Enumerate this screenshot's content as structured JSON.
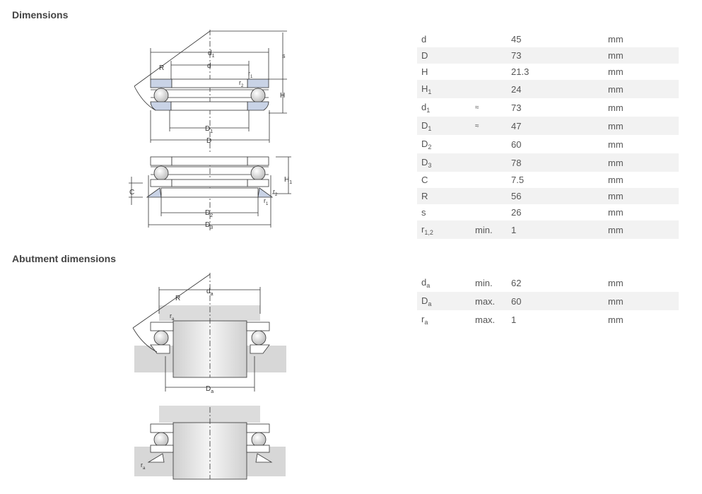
{
  "sections": {
    "dimensions_title": "Dimensions",
    "abutment_title": "Abutment dimensions"
  },
  "dimensions": [
    {
      "sym": "d",
      "sub": "",
      "qual": "",
      "value": "45",
      "unit": "mm"
    },
    {
      "sym": "D",
      "sub": "",
      "qual": "",
      "value": "73",
      "unit": "mm"
    },
    {
      "sym": "H",
      "sub": "",
      "qual": "",
      "value": "21.3",
      "unit": "mm"
    },
    {
      "sym": "H",
      "sub": "1",
      "qual": "",
      "value": "24",
      "unit": "mm"
    },
    {
      "sym": "d",
      "sub": "1",
      "qual": "≈",
      "value": "73",
      "unit": "mm"
    },
    {
      "sym": "D",
      "sub": "1",
      "qual": "≈",
      "value": "47",
      "unit": "mm"
    },
    {
      "sym": "D",
      "sub": "2",
      "qual": "",
      "value": "60",
      "unit": "mm"
    },
    {
      "sym": "D",
      "sub": "3",
      "qual": "",
      "value": "78",
      "unit": "mm"
    },
    {
      "sym": "C",
      "sub": "",
      "qual": "",
      "value": "7.5",
      "unit": "mm"
    },
    {
      "sym": "R",
      "sub": "",
      "qual": "",
      "value": "56",
      "unit": "mm"
    },
    {
      "sym": "s",
      "sub": "",
      "qual": "",
      "value": "26",
      "unit": "mm"
    },
    {
      "sym": "r",
      "sub": "1,2",
      "qual": "min.",
      "value": "1",
      "unit": "mm"
    }
  ],
  "abutment": [
    {
      "sym": "d",
      "sub": "a",
      "qual": "min.",
      "value": "62",
      "unit": "mm"
    },
    {
      "sym": "D",
      "sub": "a",
      "qual": "max.",
      "value": "60",
      "unit": "mm"
    },
    {
      "sym": "r",
      "sub": "a",
      "qual": "max.",
      "value": "1",
      "unit": "mm"
    }
  ],
  "diagram_labels": {
    "d1": "d",
    "d1_sub": "1",
    "d": "d",
    "R": "R",
    "s": "s",
    "r1": "r",
    "r1_sub": "1",
    "r2": "r",
    "r2_sub": "2",
    "H": "H",
    "D1": "D",
    "D1_sub": "1",
    "D": "D",
    "H1": "H",
    "H1_sub": "1",
    "C": "C",
    "D2": "D",
    "D2_sub": "2",
    "D3": "D",
    "D3_sub": "3",
    "da": "d",
    "da_sub": "a",
    "ra": "r",
    "ra_sub": "a",
    "Da": "D",
    "Da_sub": "a"
  },
  "colors": {
    "washer_fill": "#c9d3e6",
    "housing_fill": "#d7d7d7",
    "shaft_fill": "#e3e3e3",
    "row_shade": "#f2f2f2"
  }
}
